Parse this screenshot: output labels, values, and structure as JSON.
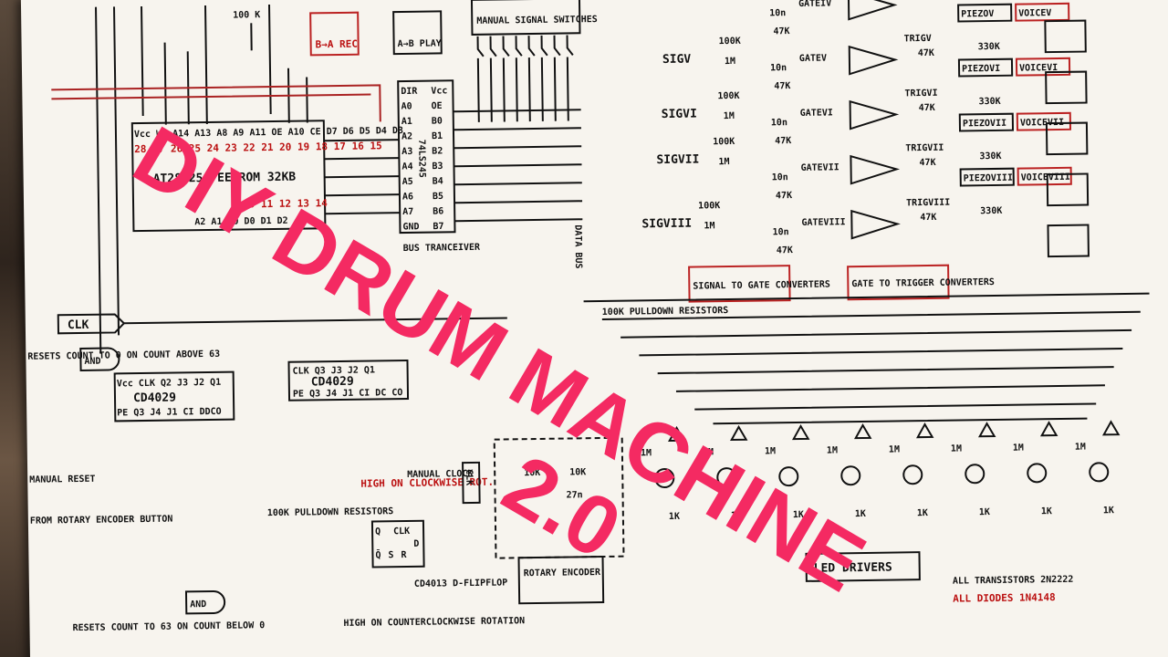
{
  "title": {
    "line1": "DIY DRUM MACHINE",
    "line2": "2.0",
    "color": "#f42a62"
  },
  "labels": {
    "eeprom": "AT28C256 EEPROM 32KB",
    "eeprom_pins_top": "Vcc WE A14 A13 A8 A9 A11 OE A10 CE D7 D6 D5 D4 D3",
    "eeprom_pin_numbers": "28 27 26 25 24 23 22 21 20 19 18 17 16 15",
    "eeprom_pins_bottom": "A2 A1 A0 D0 D1 D2",
    "eeprom_pin_numbers_bottom": "10 11 12 13 14",
    "transceiver_chip": "74LS245",
    "transceiver_pins_left": [
      "DIR",
      "A0",
      "A1",
      "A2",
      "A3",
      "A4",
      "A5",
      "A6",
      "A7",
      "GND"
    ],
    "transceiver_pins_right": [
      "Vcc",
      "OE",
      "B0",
      "B1",
      "B2",
      "B3",
      "B4",
      "B5",
      "B6",
      "B7"
    ],
    "transceiver": "BUS TRANCEIVER",
    "b_to_a_rec": "B→A REC",
    "a_to_b_play": "A→B PLAY",
    "manual_signal_switches": "MANUAL SIGNAL SWITCHES",
    "r_100k_top": "100 K",
    "clk": "CLK",
    "and_gate": "AND",
    "resets_count_0": "RESETS COUNT TO 0 ON COUNT ABOVE 63",
    "manual_reset": "MANUAL RESET",
    "from_rotary": "FROM ROTARY ENCODER BUTTON",
    "cd4029_a": "CD4029",
    "cd4029_a_pins_top": "Vcc CLK Q2 J3 J2 Q1",
    "cd4029_a_pins_bottom": "PE Q3 J4 J1 CI DDCO",
    "cd4029_b": "CD4029",
    "cd4029_b_pins_top": "CLK Q3 J3 J2 Q1",
    "cd4029_b_pins_bottom": "PE Q3 J4 J1 CI DC CO",
    "pulldown_100k": "100K PULLDOWN RESISTORS",
    "high_clockwise": "HIGH ON CLOCKWISE ROT.",
    "manual_clock": "MANUAL CLOCK",
    "clk_vertical": "CLK",
    "ff_pins": [
      "Q",
      "CLK",
      "Q̄",
      "S",
      "R",
      "D"
    ],
    "cd4013": "CD4013 D-FLIPFLOP",
    "high_counterclockwise": "HIGH ON COUNTERCLOCKWISE ROTATION",
    "resets_count_63": "RESETS COUNT TO 63 ON COUNT BELOW 0",
    "rotary_encoder": "ROTARY ENCODER",
    "r_10k_a": "10K",
    "r_10k_b": "10K",
    "c_27n": "27n",
    "data_bus": "DATA BUS",
    "pulldown_100k_bus": "100K PULLDOWN RESISTORS",
    "sig": [
      "SIGV",
      "SIGVI",
      "SIGVII",
      "SIGVIII"
    ],
    "gate": [
      "GATEIV",
      "GATEV",
      "GATEVI",
      "GATEVII",
      "GATEVIII"
    ],
    "signal_to_gate": "SIGNAL TO GATE CONVERTERS",
    "gate_to_trigger": "GATE TO TRIGGER CONVERTERS",
    "trig": [
      "TRIGV",
      "TRIGVI",
      "TRIGVII",
      "TRIGVIII"
    ],
    "piezo": [
      "PIEZOV",
      "PIEZOVI",
      "PIEZOVII",
      "PIEZOVIII"
    ],
    "voice": [
      "VOICEV",
      "VOICEVI",
      "VOICEVII",
      "VOICEVIII"
    ],
    "r_330k": "330K",
    "r_47k": "47K",
    "r_1m": "1M",
    "c_10n": "10n",
    "r_1k": "1K",
    "r_100k": "100K",
    "led_drivers": "LED DRIVERS",
    "all_transistors": "ALL TRANSISTORS 2N2222",
    "all_diodes": "ALL DIODES 1N4148"
  }
}
